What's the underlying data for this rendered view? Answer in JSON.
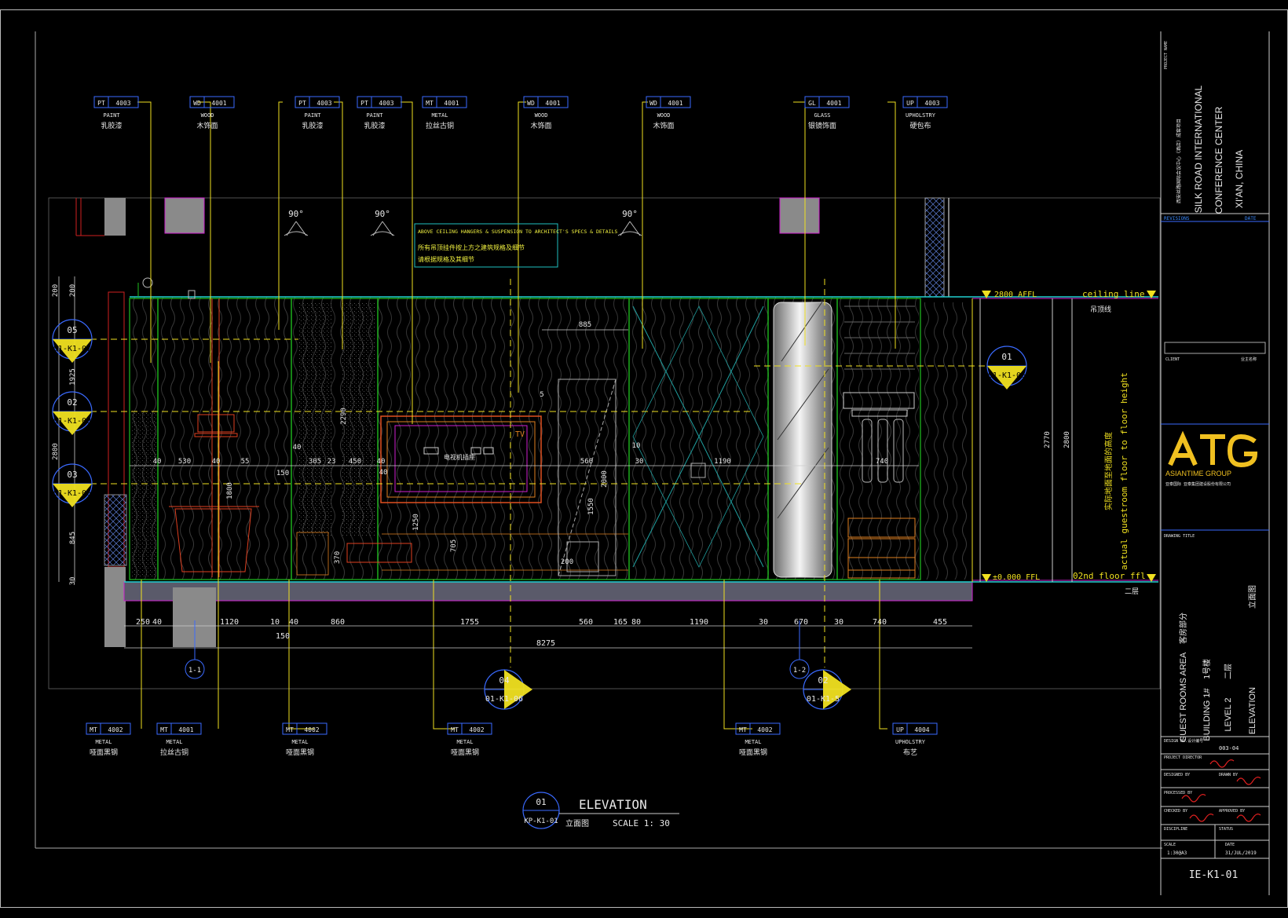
{
  "top_tags": [
    {
      "code": "PT",
      "num": "4003",
      "cat": "PAINT",
      "cn": "乳胶漆"
    },
    {
      "code": "WD",
      "num": "4001",
      "cat": "WOOD",
      "cn": "木饰面"
    },
    {
      "code": "PT",
      "num": "4003",
      "cat": "PAINT",
      "cn": "乳胶漆"
    },
    {
      "code": "PT",
      "num": "4003",
      "cat": "PAINT",
      "cn": "乳胶漆"
    },
    {
      "code": "MT",
      "num": "4001",
      "cat": "METAL",
      "cn": "拉丝古铜"
    },
    {
      "code": "WD",
      "num": "4001",
      "cat": "WOOD",
      "cn": "木饰面"
    },
    {
      "code": "WD",
      "num": "4001",
      "cat": "WOOD",
      "cn": "木饰面"
    },
    {
      "code": "GL",
      "num": "4001",
      "cat": "GLASS",
      "cn": "银镜饰面"
    },
    {
      "code": "UP",
      "num": "4003",
      "cat": "UPHOLSTRY",
      "cn": "硬包布"
    }
  ],
  "bottom_tags": [
    {
      "code": "MT",
      "num": "4002",
      "cat": "METAL",
      "cn": "哑面黑钢"
    },
    {
      "code": "MT",
      "num": "4001",
      "cat": "METAL",
      "cn": "拉丝古铜"
    },
    {
      "code": "MT",
      "num": "4002",
      "cat": "METAL",
      "cn": "哑面黑钢"
    },
    {
      "code": "MT",
      "num": "4002",
      "cat": "METAL",
      "cn": "哑面黑钢"
    },
    {
      "code": "MT",
      "num": "4002",
      "cat": "METAL",
      "cn": "哑面黑钢"
    },
    {
      "code": "UP",
      "num": "4004",
      "cat": "UPHOLSTRY",
      "cn": "布艺"
    }
  ],
  "angles": [
    "90°",
    "90°",
    "90°"
  ],
  "note": {
    "line1": "ABOVE CEILING HANGERS & SUSPENSION TO ARCHITECT'S SPECS & DETAILS",
    "line2": "所有吊顶挂件按上方之建筑规格及细节",
    "line3": "请根据规格及其细节"
  },
  "levels": {
    "ceiling_tag": "2800 AFFL",
    "ceiling_label": "ceiling line",
    "ceiling_cn": "吊顶线",
    "floor_tag": "±0.000 FFL",
    "floor_label": "02nd floor ffl",
    "floor_cn": "二层",
    "vertical_en": "actual guestroom floor to floor height",
    "vertical_cn": "实际地面至地面的高度"
  },
  "dims": {
    "h_bottom": [
      "250",
      "40",
      "1120",
      "10",
      "40",
      "860",
      "1755",
      "560",
      "165",
      "80",
      "1190",
      "30",
      "670",
      "30",
      "740",
      "455"
    ],
    "h_total": "8275",
    "h_150": "150",
    "left_v": [
      "200",
      "200",
      "1925",
      "2800",
      "845",
      "30"
    ],
    "right_v": [
      "2770",
      "2800"
    ],
    "inner": [
      "885",
      "530",
      "55",
      "305",
      "450",
      "560",
      "1190",
      "740",
      "2290",
      "1800",
      "2000",
      "1550",
      "1250",
      "705",
      "370",
      "200",
      "40",
      "40",
      "40",
      "23",
      "40",
      "30",
      "10",
      "5",
      "150",
      "40"
    ]
  },
  "tv_label": "TV",
  "tv_text": "电视机插座",
  "section_markers": [
    {
      "top": "05",
      "bot": "01-K1-07"
    },
    {
      "top": "02",
      "bot": "01-K1-08"
    },
    {
      "top": "03",
      "bot": "01-K1-06"
    },
    {
      "top": "01",
      "bot": "01-K1-06"
    },
    {
      "top": "04",
      "bot": "01-K1-06"
    },
    {
      "top": "02",
      "bot": "01-K1-5"
    }
  ],
  "axes": [
    "1-1",
    "1-2"
  ],
  "elevation_title": {
    "num": "01",
    "ref": "KP-K1-01",
    "title": "ELEVATION",
    "cn": "立面图",
    "scale": "SCALE  1:  30"
  },
  "title_block": {
    "project_name_label": "PROJECT NAME",
    "project_cn": "西安丝路国际会议中心（酒店）成套项目",
    "project_en1": "SILK ROAD INTERNATIONAL",
    "project_en2": "CONFERENCE CENTER",
    "project_en3": "XI'AN, CHINA",
    "revisions": "REVISIONS",
    "date": "DATE",
    "client": "CLIENT",
    "client_cn": "业主名称",
    "logo": "ATG",
    "logo_sub": "ASIANTIME GROUP",
    "logo_cn": "亚泰国际 亚泰集团建设股份有限公司",
    "drawing_title": "DRAWING TITLE",
    "area": "GUEST ROOMS AREA",
    "area_cn": "客房部分",
    "building": "BUILDING 1#",
    "building_cn": "1号楼",
    "level": "LEVEL 2",
    "level_cn": "二层",
    "elev": "ELEVATION",
    "elev_cn": "立面图",
    "design_no": "DESIGN NO.设计编号",
    "design_no_val": "003-04",
    "project_director": "PROJECT DIRECTOR",
    "designed_by": "DESIGNED BY",
    "drawn_by": "DRAWN BY",
    "processed_by": "PROCESSED BY",
    "checked_by": "CHECKED BY",
    "approved_by": "APPROVED BY",
    "discipline": "DISCIPLINE",
    "status": "STATUS",
    "scale_label": "SCALE",
    "scale_val": "1:30@A3",
    "date_label": "DATE",
    "date_val": "31/JUL/2019",
    "drawing_no": "IE-K1-01"
  }
}
